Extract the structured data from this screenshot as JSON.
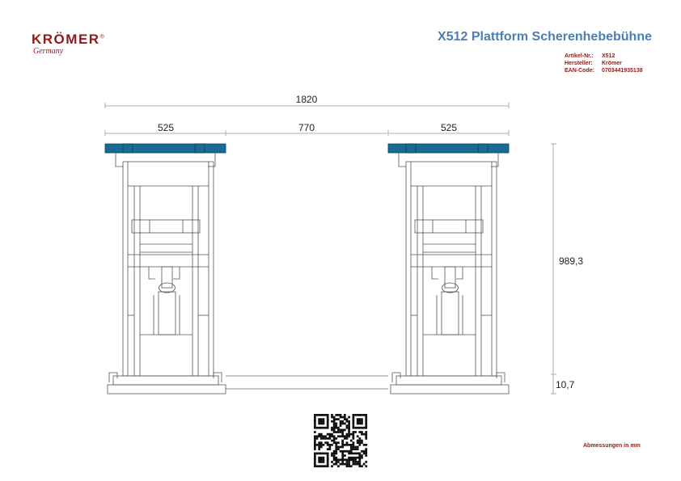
{
  "brand": {
    "name": "KRÖMER",
    "registered": "®",
    "sub": "Germany"
  },
  "title": "X512 Plattform Scherenhebebühne",
  "meta": [
    {
      "label": "Artikel-Nr.:",
      "value": "X512"
    },
    {
      "label": "Hersteller:",
      "value": "Krömer"
    },
    {
      "label": "EAN-Code:",
      "value": "0703441935138"
    }
  ],
  "dimensions": {
    "total_width": "1820",
    "platform_left": "525",
    "gap": "770",
    "platform_right": "525",
    "height": "989,3",
    "base_height": "10,7"
  },
  "footer_note": "Abmessungen in mm",
  "colors": {
    "brand": "#8d1b1b",
    "title": "#4a7fb3",
    "platform": "#1a6a96"
  }
}
